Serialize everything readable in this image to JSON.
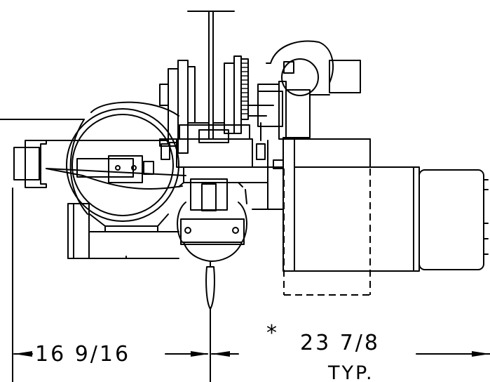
{
  "dimensions": {
    "left_dim": "16 9/16",
    "right_dim": "23 7/8",
    "right_dim_prefix": "*",
    "right_dim_note": "TYP."
  }
}
